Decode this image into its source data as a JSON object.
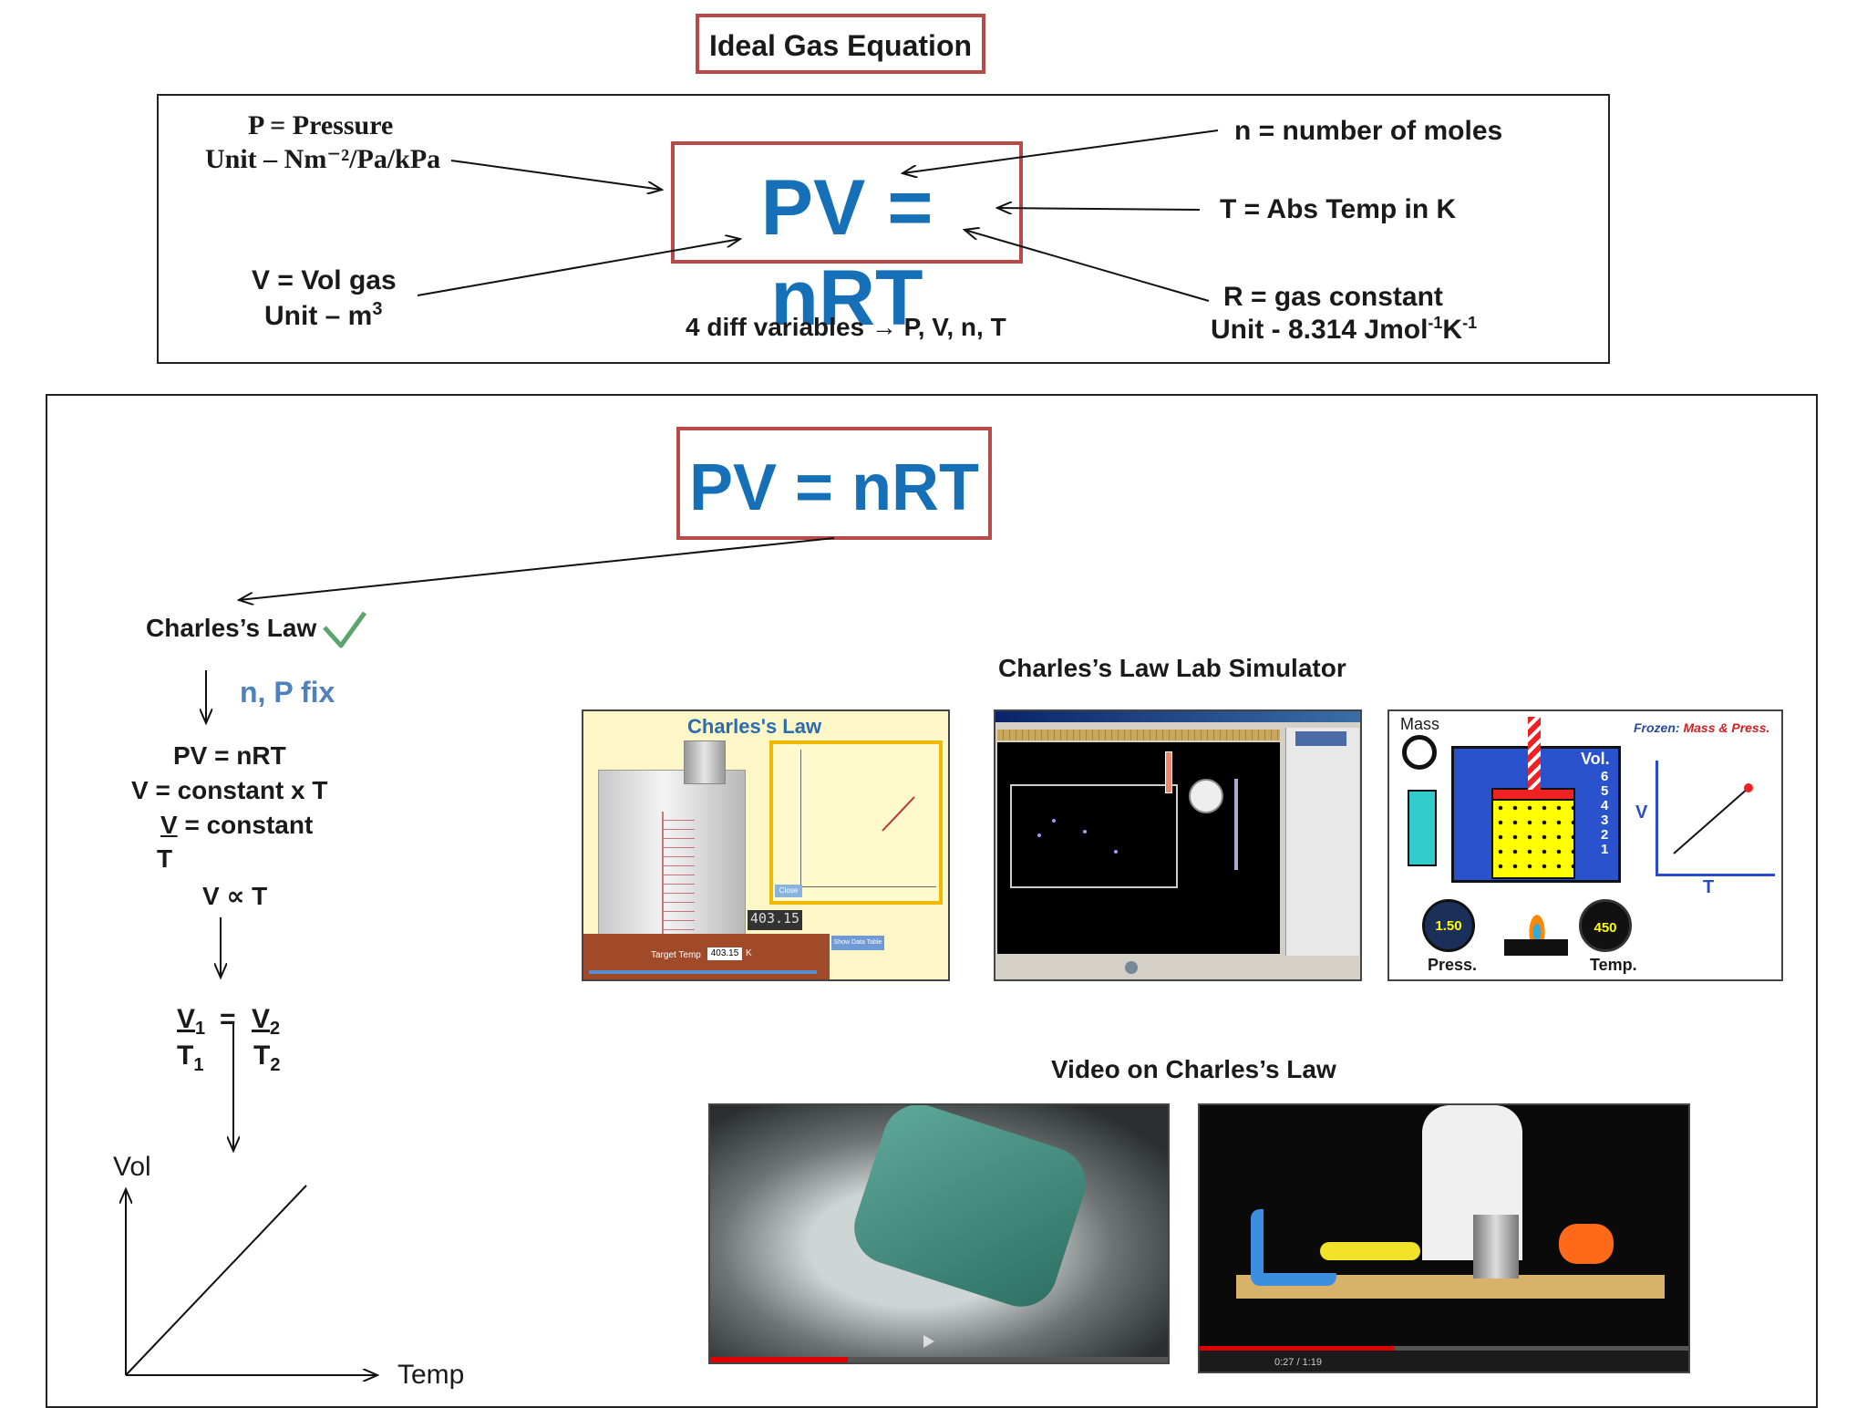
{
  "title": "Ideal Gas Equation",
  "equation": "PV = nRT",
  "top_panel": {
    "p_def": "P  = Pressure",
    "p_unit": "Unit – Nm⁻²/Pa/kPa",
    "v_def": "V  = Vol gas",
    "v_unit_prefix": "Unit – m",
    "v_unit_sup": "3",
    "n_def": "n  = number of moles",
    "t_def": "T  = Abs Temp in K",
    "r_def": "R =  gas constant",
    "r_unit_prefix": "Unit - 8.314 Jmol",
    "r_unit_sup1": "-1",
    "r_unit_mid": "K",
    "r_unit_sup2": "-1",
    "variables_note": "4 diff variables → P, V, n, T"
  },
  "charles": {
    "title": "Charles’s Law",
    "fixed": "n, P fix",
    "step1": "PV = nRT",
    "step2": "V = constant x T",
    "step3_num": "V",
    "step3_rest": " = constant",
    "step3_den": "T",
    "proportional": "V ∝ T",
    "ratio_v1": "V",
    "ratio_v1_sub": "1",
    "ratio_eq": "=",
    "ratio_v2": "V",
    "ratio_v2_sub": "2",
    "ratio_t1": "T",
    "ratio_t1_sub": "1",
    "ratio_t2": "T",
    "ratio_t2_sub": "2",
    "graph_ylabel": "Vol",
    "graph_xlabel": "Temp"
  },
  "simulator": {
    "heading": "Charles’s Law Lab Simulator",
    "sim1_title": "Charles's Law",
    "sim1_readout": "403.15",
    "sim1_target_label": "Target Temp",
    "sim1_target_value": "403.15",
    "sim1_target_unit": "K",
    "sim1_close": "Close",
    "sim1_table_btn": "Show Data Table",
    "sim3_mass": "Mass",
    "sim3_frozen": "Frozen:",
    "sim3_frozen_vars": "Mass  & Press.",
    "sim3_vol": "Vol.",
    "sim3_scale": [
      "6",
      "5",
      "4",
      "3",
      "2",
      "1"
    ],
    "sim3_press_value": "1.50",
    "sim3_press_label": "Press.",
    "sim3_temp_value": "450",
    "sim3_temp_label": "Temp.",
    "sim3_graph_v": "V",
    "sim3_graph_t": "T"
  },
  "video": {
    "heading": "Video on Charles’s Law",
    "time": "0:27 / 1:19"
  },
  "colors": {
    "accent_blue": "#1570b8",
    "border_red": "#b94a48",
    "fix_blue": "#4f81bd"
  }
}
